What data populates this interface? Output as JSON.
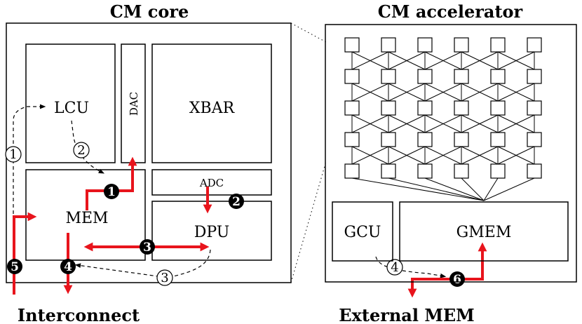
{
  "titles": {
    "core": "CM core",
    "accelerator": "CM accelerator"
  },
  "blocks": {
    "lcu": "LCU",
    "dac": "DAC",
    "xbar": "XBAR",
    "adc": "ADC",
    "mem": "MEM",
    "dpu": "DPU",
    "gcu": "GCU",
    "gmem": "GMEM"
  },
  "bottom_labels": {
    "interconnect": "Interconnect",
    "external_mem": "External MEM"
  },
  "steps_outline": [
    "1",
    "2",
    "3",
    "4"
  ],
  "steps_filled": [
    "1",
    "2",
    "3",
    "4",
    "5",
    "6"
  ],
  "colors": {
    "data_path": "#e8141c",
    "lines": "#000000",
    "background": "#ffffff"
  },
  "mesh": {
    "rows": 5,
    "cols": 6
  }
}
